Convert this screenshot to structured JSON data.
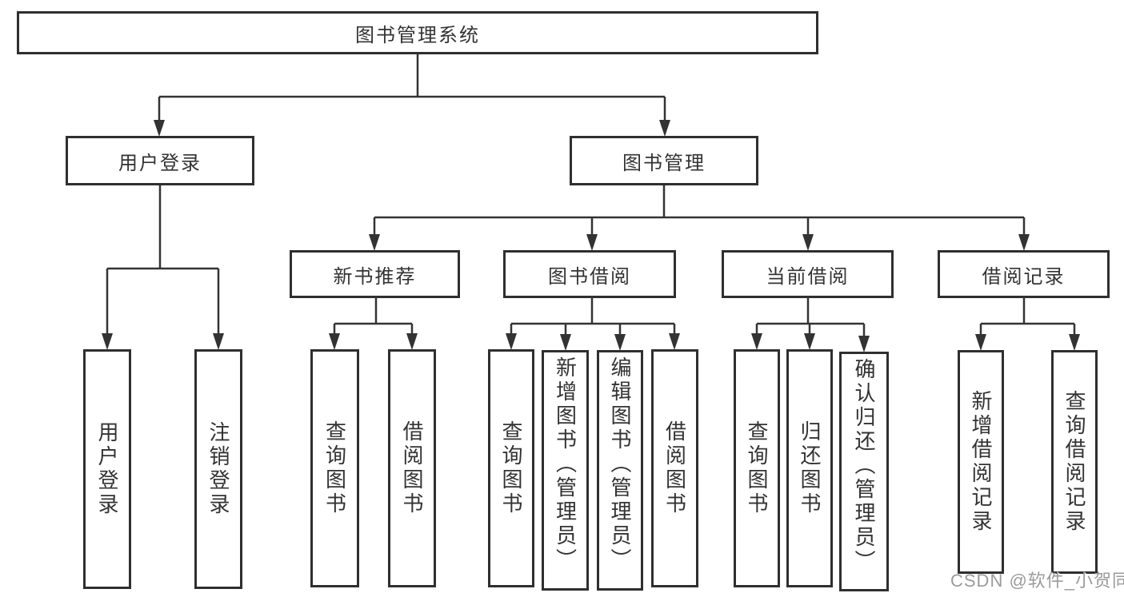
{
  "tree": {
    "root": {
      "label": "图书管理系统"
    },
    "user_login": {
      "label": "用户登录",
      "children": [
        {
          "label": "用户登录"
        },
        {
          "label": "注销登录"
        }
      ]
    },
    "book_management": {
      "label": "图书管理"
    },
    "sections": [
      {
        "label": "新书推荐",
        "children": [
          {
            "label": "查询图书"
          },
          {
            "label": "借阅图书"
          }
        ]
      },
      {
        "label": "图书借阅",
        "children": [
          {
            "label": "查询图书"
          },
          {
            "label": "新增图书（管理员）"
          },
          {
            "label": "编辑图书（管理员）"
          },
          {
            "label": "借阅图书"
          }
        ]
      },
      {
        "label": "当前借阅",
        "children": [
          {
            "label": "查询图书"
          },
          {
            "label": "归还图书"
          },
          {
            "label": "确认归还（管理员）"
          }
        ]
      },
      {
        "label": "借阅记录",
        "children": [
          {
            "label": "新增借阅记录"
          },
          {
            "label": "查询借阅记录"
          }
        ]
      }
    ]
  },
  "watermark": {
    "text": "CSDN @软件_小贺同学",
    "color": "#9b9b9b"
  },
  "colors": {
    "line": "#333333",
    "box_border": "#2f2f2f",
    "box_fill": "#ffffff",
    "text": "#333333",
    "background": "#ffffff"
  }
}
